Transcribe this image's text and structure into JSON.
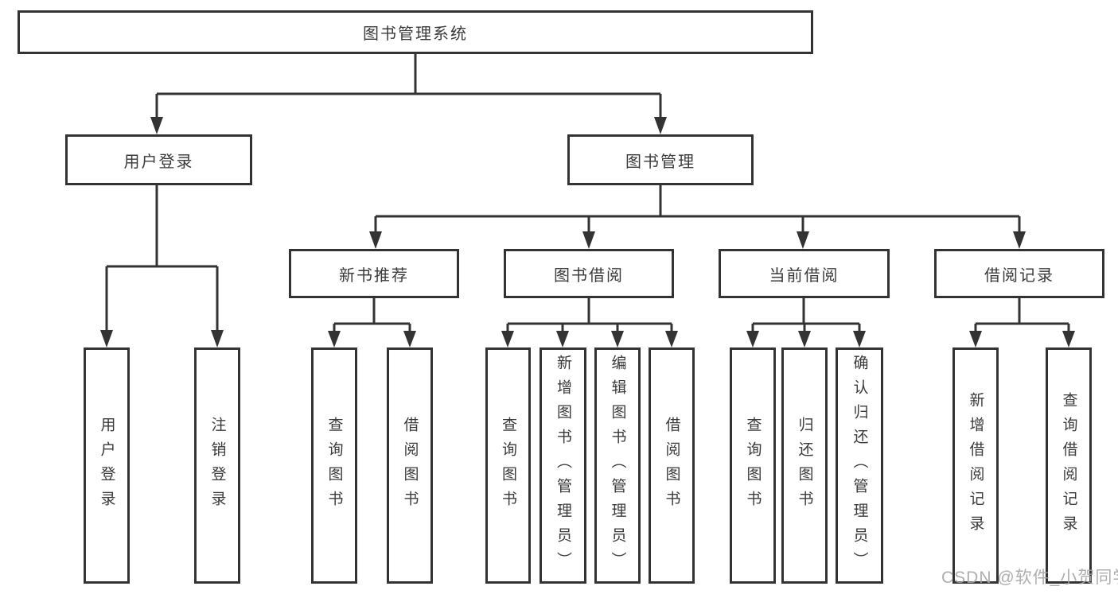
{
  "tree": {
    "label": "图书管理系统",
    "children": [
      {
        "label": "用户登录",
        "children": [
          {
            "label": "用户登录"
          },
          {
            "label": "注销登录"
          }
        ]
      },
      {
        "label": "图书管理",
        "children": [
          {
            "label": "新书推荐",
            "children": [
              {
                "label": "查询图书"
              },
              {
                "label": "借阅图书"
              }
            ]
          },
          {
            "label": "图书借阅",
            "children": [
              {
                "label": "查询图书"
              },
              {
                "label": "新增图书（管理员）"
              },
              {
                "label": "编辑图书（管理员）"
              },
              {
                "label": "借阅图书"
              }
            ]
          },
          {
            "label": "当前借阅",
            "children": [
              {
                "label": "查询图书"
              },
              {
                "label": "归还图书"
              },
              {
                "label": "确认归还（管理员）"
              }
            ]
          },
          {
            "label": "借阅记录",
            "children": [
              {
                "label": "新增借阅记录"
              },
              {
                "label": "查询借阅记录"
              }
            ]
          }
        ]
      }
    ]
  },
  "watermark": "CSDN @软件_小贺同学",
  "colors": {
    "line": "#333333",
    "border": "#333333",
    "text": "#3a3a3a",
    "watermark": "#a6a6a6",
    "background": "#ffffff"
  }
}
